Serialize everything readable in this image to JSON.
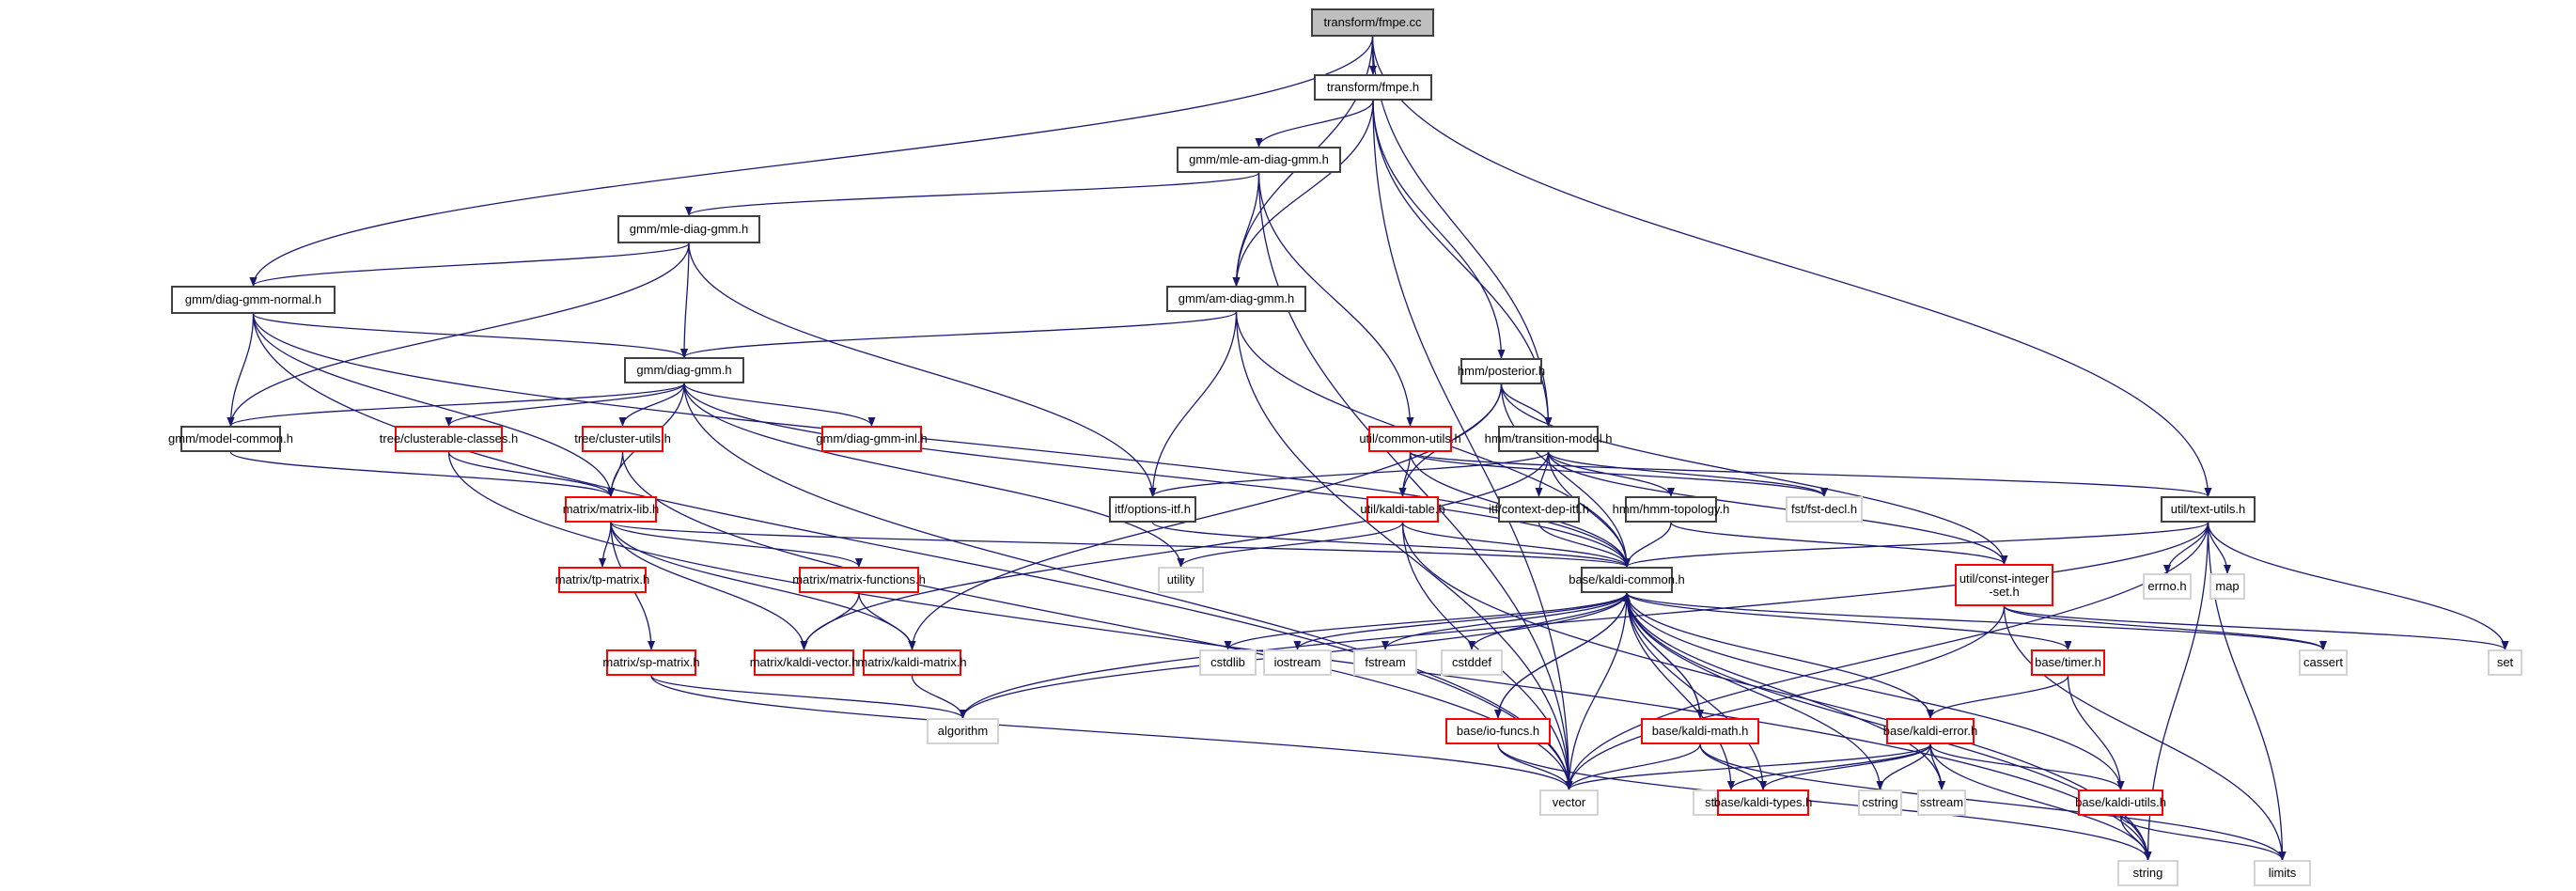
{
  "title": "transform/fmpe.cc",
  "colors": {
    "edge": "#191970",
    "root_fill": "#bfbfbf",
    "local_border": "#404040",
    "partial_border": "#ff0000",
    "system_border": "#d3d3d3"
  },
  "nodes": [
    {
      "id": "fmpe_cc",
      "label": "transform/fmpe.cc",
      "kind": "root"
    },
    {
      "id": "fmpe_h",
      "label": "transform/fmpe.h",
      "kind": "local"
    },
    {
      "id": "mle_am_diag_gmm",
      "label": "gmm/mle-am-diag-gmm.h",
      "kind": "local"
    },
    {
      "id": "mle_diag_gmm",
      "label": "gmm/mle-diag-gmm.h",
      "kind": "local"
    },
    {
      "id": "diag_gmm_normal",
      "label": "gmm/diag-gmm-normal.h",
      "kind": "local"
    },
    {
      "id": "am_diag_gmm",
      "label": "gmm/am-diag-gmm.h",
      "kind": "local"
    },
    {
      "id": "diag_gmm",
      "label": "gmm/diag-gmm.h",
      "kind": "local"
    },
    {
      "id": "posterior",
      "label": "hmm/posterior.h",
      "kind": "local"
    },
    {
      "id": "model_common",
      "label": "gmm/model-common.h",
      "kind": "local"
    },
    {
      "id": "clusterable_classes",
      "label": "tree/clusterable-classes.h",
      "kind": "partial"
    },
    {
      "id": "cluster_utils",
      "label": "tree/cluster-utils.h",
      "kind": "partial"
    },
    {
      "id": "diag_gmm_inl",
      "label": "gmm/diag-gmm-inl.h",
      "kind": "partial"
    },
    {
      "id": "common_utils",
      "label": "util/common-utils.h",
      "kind": "partial"
    },
    {
      "id": "transition_model",
      "label": "hmm/transition-model.h",
      "kind": "local"
    },
    {
      "id": "options_itf",
      "label": "itf/options-itf.h",
      "kind": "local"
    },
    {
      "id": "kaldi_table",
      "label": "util/kaldi-table.h",
      "kind": "partial"
    },
    {
      "id": "context_dep_itf",
      "label": "itf/context-dep-itf.h",
      "kind": "local"
    },
    {
      "id": "hmm_topology",
      "label": "hmm/hmm-topology.h",
      "kind": "local"
    },
    {
      "id": "fst_decl",
      "label": "fst/fst-decl.h",
      "kind": "system"
    },
    {
      "id": "text_utils",
      "label": "util/text-utils.h",
      "kind": "local"
    },
    {
      "id": "matrix_lib",
      "label": "matrix/matrix-lib.h",
      "kind": "partial"
    },
    {
      "id": "kaldi_common",
      "label": "base/kaldi-common.h",
      "kind": "local"
    },
    {
      "id": "const_integer_set",
      "label": "util/const-integer\n-set.h",
      "kind": "partial"
    },
    {
      "id": "errno",
      "label": "errno.h",
      "kind": "system"
    },
    {
      "id": "map",
      "label": "map",
      "kind": "system"
    },
    {
      "id": "tp_matrix",
      "label": "matrix/tp-matrix.h",
      "kind": "partial"
    },
    {
      "id": "matrix_functions",
      "label": "matrix/matrix-functions.h",
      "kind": "partial"
    },
    {
      "id": "utility",
      "label": "utility",
      "kind": "system"
    },
    {
      "id": "sp_matrix",
      "label": "matrix/sp-matrix.h",
      "kind": "partial"
    },
    {
      "id": "kaldi_vector",
      "label": "matrix/kaldi-vector.h",
      "kind": "partial"
    },
    {
      "id": "kaldi_matrix",
      "label": "matrix/kaldi-matrix.h",
      "kind": "partial"
    },
    {
      "id": "cstdlib",
      "label": "cstdlib",
      "kind": "system"
    },
    {
      "id": "iostream",
      "label": "iostream",
      "kind": "system"
    },
    {
      "id": "fstream",
      "label": "fstream",
      "kind": "system"
    },
    {
      "id": "cstddef",
      "label": "cstddef",
      "kind": "system"
    },
    {
      "id": "timer",
      "label": "base/timer.h",
      "kind": "partial"
    },
    {
      "id": "cassert",
      "label": "cassert",
      "kind": "system"
    },
    {
      "id": "set",
      "label": "set",
      "kind": "system"
    },
    {
      "id": "algorithm",
      "label": "algorithm",
      "kind": "system"
    },
    {
      "id": "io_funcs",
      "label": "base/io-funcs.h",
      "kind": "partial"
    },
    {
      "id": "kaldi_math",
      "label": "base/kaldi-math.h",
      "kind": "partial"
    },
    {
      "id": "kaldi_error",
      "label": "base/kaldi-error.h",
      "kind": "partial"
    },
    {
      "id": "vector",
      "label": "vector",
      "kind": "system"
    },
    {
      "id": "stdexcept",
      "label": "stdexcept",
      "kind": "system"
    },
    {
      "id": "kaldi_types",
      "label": "base/kaldi-types.h",
      "kind": "partial"
    },
    {
      "id": "cstring",
      "label": "cstring",
      "kind": "system"
    },
    {
      "id": "sstream",
      "label": "sstream",
      "kind": "system"
    },
    {
      "id": "kaldi_utils",
      "label": "base/kaldi-utils.h",
      "kind": "partial"
    },
    {
      "id": "string",
      "label": "string",
      "kind": "system"
    },
    {
      "id": "limits",
      "label": "limits",
      "kind": "system"
    }
  ],
  "edges": [
    [
      "fmpe_cc",
      "fmpe_h"
    ],
    [
      "fmpe_cc",
      "diag_gmm_normal"
    ],
    [
      "fmpe_cc",
      "am_diag_gmm"
    ],
    [
      "fmpe_cc",
      "transition_model"
    ],
    [
      "fmpe_cc",
      "text_utils"
    ],
    [
      "fmpe_h",
      "mle_am_diag_gmm"
    ],
    [
      "fmpe_h",
      "am_diag_gmm"
    ],
    [
      "fmpe_h",
      "posterior"
    ],
    [
      "fmpe_h",
      "transition_model"
    ],
    [
      "fmpe_h",
      "vector"
    ],
    [
      "mle_am_diag_gmm",
      "mle_diag_gmm"
    ],
    [
      "mle_am_diag_gmm",
      "am_diag_gmm"
    ],
    [
      "mle_am_diag_gmm",
      "common_utils"
    ],
    [
      "mle_am_diag_gmm",
      "vector"
    ],
    [
      "mle_diag_gmm",
      "diag_gmm_normal"
    ],
    [
      "mle_diag_gmm",
      "diag_gmm"
    ],
    [
      "mle_diag_gmm",
      "model_common"
    ],
    [
      "mle_diag_gmm",
      "options_itf"
    ],
    [
      "diag_gmm_normal",
      "diag_gmm"
    ],
    [
      "diag_gmm_normal",
      "model_common"
    ],
    [
      "diag_gmm_normal",
      "matrix_lib"
    ],
    [
      "diag_gmm_normal",
      "kaldi_common"
    ],
    [
      "diag_gmm_normal",
      "vector"
    ],
    [
      "am_diag_gmm",
      "diag_gmm"
    ],
    [
      "am_diag_gmm",
      "options_itf"
    ],
    [
      "am_diag_gmm",
      "kaldi_common"
    ],
    [
      "am_diag_gmm",
      "vector"
    ],
    [
      "diag_gmm",
      "model_common"
    ],
    [
      "diag_gmm",
      "clusterable_classes"
    ],
    [
      "diag_gmm",
      "cluster_utils"
    ],
    [
      "diag_gmm",
      "diag_gmm_inl"
    ],
    [
      "diag_gmm",
      "matrix_lib"
    ],
    [
      "diag_gmm",
      "kaldi_common"
    ],
    [
      "diag_gmm",
      "utility"
    ],
    [
      "diag_gmm",
      "vector"
    ],
    [
      "posterior",
      "transition_model"
    ],
    [
      "posterior",
      "kaldi_table"
    ],
    [
      "posterior",
      "kaldi_common"
    ],
    [
      "posterior",
      "kaldi_matrix"
    ],
    [
      "posterior",
      "const_integer_set"
    ],
    [
      "model_common",
      "matrix_lib"
    ],
    [
      "clusterable_classes",
      "matrix_lib"
    ],
    [
      "clusterable_classes",
      "string"
    ],
    [
      "cluster_utils",
      "matrix_lib"
    ],
    [
      "cluster_utils",
      "vector"
    ],
    [
      "common_utils",
      "kaldi_table"
    ],
    [
      "common_utils",
      "kaldi_common"
    ],
    [
      "common_utils",
      "text_utils"
    ],
    [
      "common_utils",
      "fst_decl"
    ],
    [
      "transition_model",
      "options_itf"
    ],
    [
      "transition_model",
      "context_dep_itf"
    ],
    [
      "transition_model",
      "hmm_topology"
    ],
    [
      "transition_model",
      "kaldi_common"
    ],
    [
      "transition_model",
      "kaldi_vector"
    ],
    [
      "transition_model",
      "const_integer_set"
    ],
    [
      "transition_model",
      "fst_decl"
    ],
    [
      "options_itf",
      "kaldi_common"
    ],
    [
      "kaldi_table",
      "kaldi_common"
    ],
    [
      "kaldi_table",
      "utility"
    ],
    [
      "kaldi_table",
      "vector"
    ],
    [
      "kaldi_table",
      "string"
    ],
    [
      "context_dep_itf",
      "kaldi_common"
    ],
    [
      "hmm_topology",
      "kaldi_common"
    ],
    [
      "hmm_topology",
      "const_integer_set"
    ],
    [
      "text_utils",
      "kaldi_common"
    ],
    [
      "text_utils",
      "errno"
    ],
    [
      "text_utils",
      "map"
    ],
    [
      "text_utils",
      "set"
    ],
    [
      "text_utils",
      "algorithm"
    ],
    [
      "text_utils",
      "string"
    ],
    [
      "text_utils",
      "vector"
    ],
    [
      "text_utils",
      "limits"
    ],
    [
      "matrix_lib",
      "tp_matrix"
    ],
    [
      "matrix_lib",
      "matrix_functions"
    ],
    [
      "matrix_lib",
      "sp_matrix"
    ],
    [
      "matrix_lib",
      "kaldi_vector"
    ],
    [
      "matrix_lib",
      "kaldi_matrix"
    ],
    [
      "matrix_lib",
      "kaldi_common"
    ],
    [
      "matrix_functions",
      "kaldi_vector"
    ],
    [
      "matrix_functions",
      "kaldi_matrix"
    ],
    [
      "sp_matrix",
      "algorithm"
    ],
    [
      "sp_matrix",
      "vector"
    ],
    [
      "kaldi_matrix",
      "algorithm"
    ],
    [
      "const_integer_set",
      "cassert"
    ],
    [
      "const_integer_set",
      "set"
    ],
    [
      "const_integer_set",
      "limits"
    ],
    [
      "const_integer_set",
      "vector"
    ],
    [
      "kaldi_common",
      "cstdlib"
    ],
    [
      "kaldi_common",
      "iostream"
    ],
    [
      "kaldi_common",
      "fstream"
    ],
    [
      "kaldi_common",
      "cstddef"
    ],
    [
      "kaldi_common",
      "io_funcs"
    ],
    [
      "kaldi_common",
      "kaldi_math"
    ],
    [
      "kaldi_common",
      "stdexcept"
    ],
    [
      "kaldi_common",
      "kaldi_types"
    ],
    [
      "kaldi_common",
      "kaldi_error"
    ],
    [
      "kaldi_common",
      "timer"
    ],
    [
      "kaldi_common",
      "cstring"
    ],
    [
      "kaldi_common",
      "sstream"
    ],
    [
      "kaldi_common",
      "kaldi_utils"
    ],
    [
      "kaldi_common",
      "string"
    ],
    [
      "kaldi_common",
      "cassert"
    ],
    [
      "kaldi_common",
      "vector"
    ],
    [
      "kaldi_common",
      "algorithm"
    ],
    [
      "io_funcs",
      "kaldi_common"
    ],
    [
      "io_funcs",
      "vector"
    ],
    [
      "io_funcs",
      "string"
    ],
    [
      "kaldi_math",
      "kaldi_common"
    ],
    [
      "kaldi_math",
      "kaldi_types"
    ],
    [
      "kaldi_math",
      "vector"
    ],
    [
      "kaldi_math",
      "limits"
    ],
    [
      "timer",
      "kaldi_error"
    ],
    [
      "timer",
      "kaldi_utils"
    ],
    [
      "kaldi_error",
      "kaldi_types"
    ],
    [
      "kaldi_error",
      "cstring"
    ],
    [
      "kaldi_error",
      "sstream"
    ],
    [
      "kaldi_error",
      "kaldi_utils"
    ],
    [
      "kaldi_error",
      "stdexcept"
    ],
    [
      "kaldi_error",
      "string"
    ],
    [
      "kaldi_error",
      "vector"
    ],
    [
      "kaldi_utils",
      "string"
    ],
    [
      "kaldi_utils",
      "limits"
    ]
  ]
}
